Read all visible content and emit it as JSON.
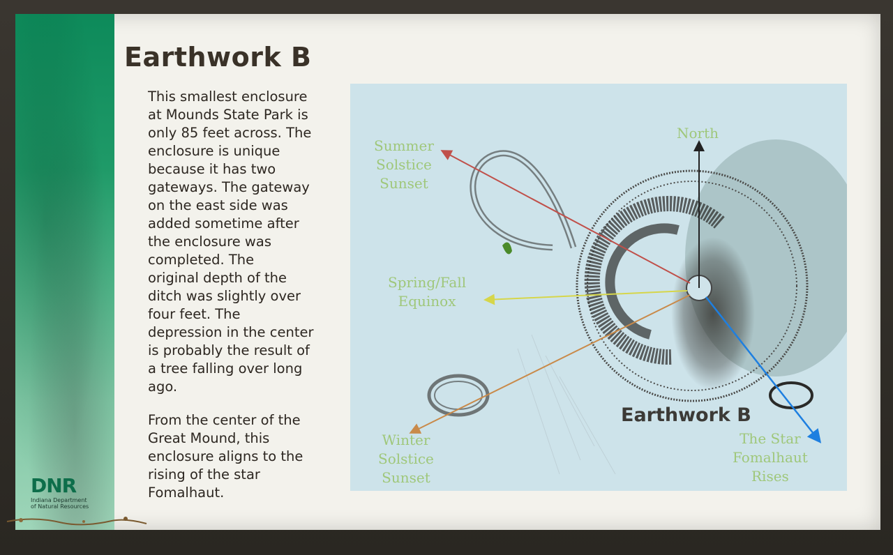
{
  "sign": {
    "title": "Earthwork B",
    "paragraph1": "This smallest enclosure\nat Mounds State Park is\nonly 85 feet across.  The\nenclosure is unique\nbecause it has two\ngateways.  The gateway\non the east side was\nadded sometime after\nthe enclosure was\ncompleted.   The\noriginal depth of the\nditch was slightly over\nfour feet.  The\ndepression in the center\nis probably the result of\na tree falling over long\nago.",
    "paragraph2": "From the center of the\nGreat Mound, this\nenclosure aligns to the\nrising of the star\nFomalhaut."
  },
  "logo": {
    "letters": "DNR",
    "subtitle": "Indiana Department\nof Natural Resources"
  },
  "map": {
    "title": "Earthwork B",
    "labels": {
      "north": "North",
      "summer": "Summer\nSolstice\nSunset",
      "equinox": "Spring/Fall\nEquinox",
      "winter": "Winter\nSolstice\nSunset",
      "star": "The Star\nFomalhaut\nRises"
    },
    "colors": {
      "summer_line": "#c0504a",
      "equinox_line": "#d6d64a",
      "winter_line": "#c98a4a",
      "star_line": "#1e7fe0",
      "north_line": "#222222",
      "label_color": "#9fc77a"
    }
  }
}
